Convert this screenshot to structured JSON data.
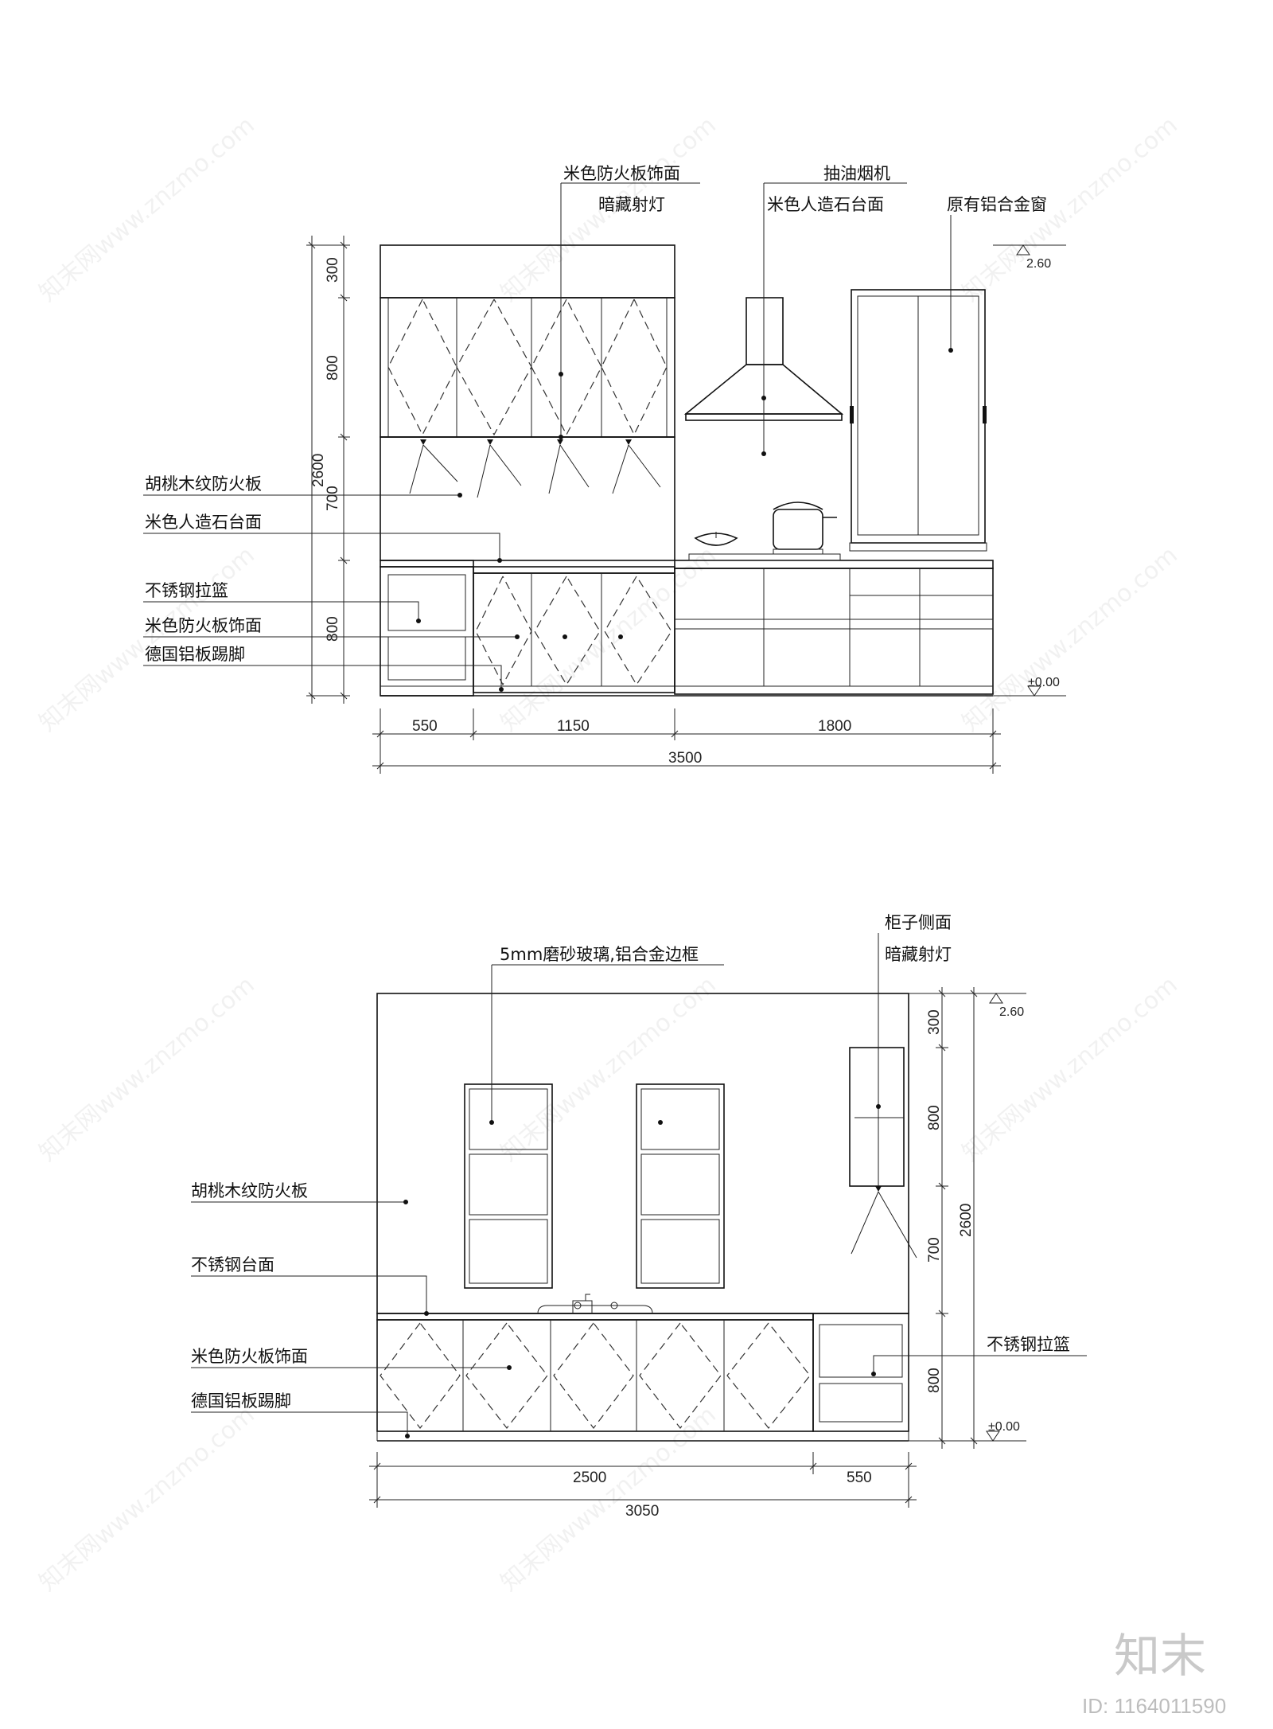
{
  "elevation_top": {
    "labels": {
      "finish_top_cabinet": "米色防火板饰面",
      "hidden_spotlight": "暗藏射灯",
      "range_hood": "抽油烟机",
      "counter_top": "米色人造石台面",
      "window": "原有铝合金窗",
      "walnut_panel": "胡桃木纹防火板",
      "counter_left": "米色人造石台面",
      "steel_basket": "不锈钢拉篮",
      "finish_base": "米色防火板饰面",
      "kick_plate": "德国铝板踢脚"
    },
    "levels": {
      "top": "2.60",
      "floor": "±0.00"
    },
    "dims_vertical": [
      "300",
      "800",
      "700",
      "800"
    ],
    "dim_total_height": "2600",
    "dims_horizontal": [
      "550",
      "1150",
      "1800"
    ],
    "dim_total_width": "3500"
  },
  "elevation_bottom": {
    "labels": {
      "glass": "5mm磨砂玻璃,铝合金边框",
      "cabinet_side": "柜子侧面",
      "hidden_spotlight": "暗藏射灯",
      "walnut_panel": "胡桃木纹防火板",
      "steel_counter": "不锈钢台面",
      "finish_base": "米色防火板饰面",
      "kick_plate": "德国铝板踢脚",
      "steel_basket": "不锈钢拉篮"
    },
    "levels": {
      "top": "2.60",
      "floor": "±0.00"
    },
    "dims_vertical": [
      "300",
      "800",
      "700",
      "800"
    ],
    "dim_total_height": "2600",
    "dims_horizontal": [
      "2500",
      "550"
    ],
    "dim_total_width": "3050"
  },
  "branding": {
    "logo": "知末",
    "id_text": "ID: 1164011590"
  },
  "watermark": "知末网www.znzmo.com"
}
